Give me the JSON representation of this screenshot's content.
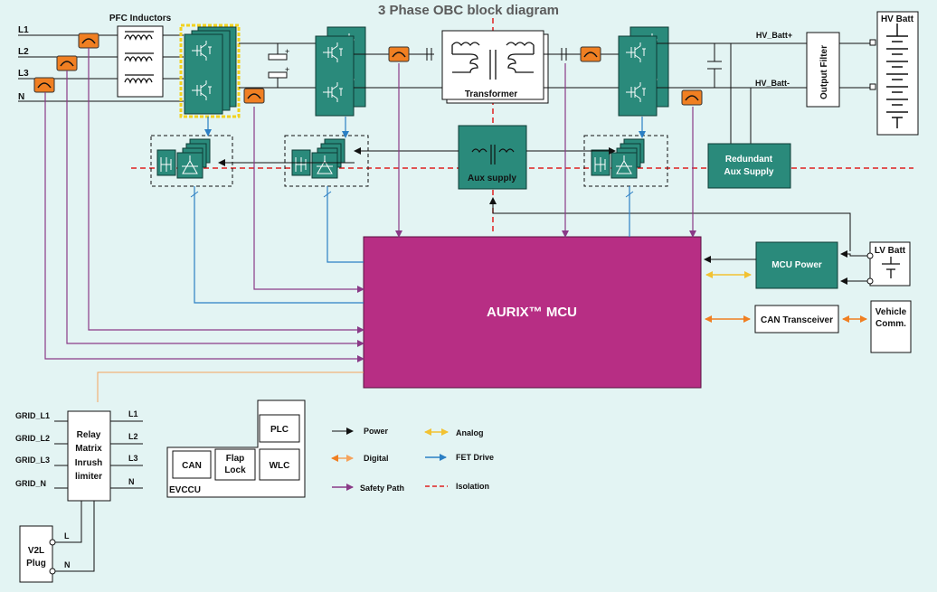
{
  "title": "3 Phase OBC block diagram",
  "input_lines": [
    "L1",
    "L2",
    "L3",
    "N"
  ],
  "pfc_inductors_label": "PFC Inductors",
  "transformer_label": "Transformer",
  "aux_supply_label": "Aux supply",
  "redundant_aux_label_1": "Redundant",
  "redundant_aux_label_2": "Aux Supply",
  "output_filter_label": "Output Filter",
  "hv_batt_label": "HV Batt",
  "hv_batt_plus": "HV_Batt+",
  "hv_batt_minus": "HV_Batt-",
  "mcu_label": "AURIX™ MCU",
  "mcu_power_label": "MCU  Power",
  "lv_batt_label": "LV Batt",
  "can_transceiver_label": "CAN Transceiver",
  "vehicle_comm_1": "Vehicle",
  "vehicle_comm_2": "Comm.",
  "relay_matrix": [
    "Relay",
    "Matrix",
    "Inrush",
    "limiter"
  ],
  "grid_inputs": [
    "GRID_L1",
    "GRID_L2",
    "GRID_L3",
    "GRID_N"
  ],
  "relay_outputs": [
    "L1",
    "L2",
    "L3",
    "N"
  ],
  "v2l_1": "V2L",
  "v2l_2": "Plug",
  "v2l_l": "L",
  "v2l_n": "N",
  "evccu": {
    "label": "EVCCU",
    "can": "CAN",
    "flap_1": "Flap",
    "flap_2": "Lock",
    "plc": "PLC",
    "wlc": "WLC"
  },
  "legend": {
    "power": "Power",
    "digital": "Digital",
    "safety": "Safety Path",
    "analog": "Analog",
    "fet_drive": "FET Drive",
    "isolation": "Isolation"
  },
  "colors": {
    "background": "#e3f4f3",
    "module": "#2a8a7b",
    "mcu": "#b72e84",
    "fuse": "#f07f22",
    "power": "#111111",
    "digital": "#f5a35c",
    "analog": "#f2c232",
    "fet_drive": "#2b7fc4",
    "safety": "#8a3a87",
    "isolation": "#e02020"
  }
}
